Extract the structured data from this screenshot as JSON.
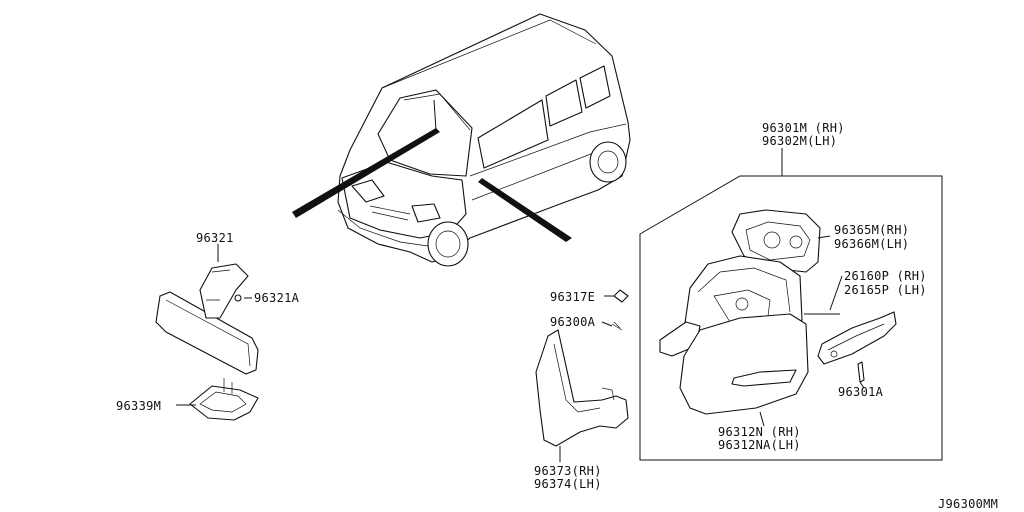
{
  "diagram_id": "J96300MM",
  "callouts": {
    "mirror_assembly": [
      "96301M (RH)",
      "96302M(LH)"
    ],
    "mirror_glass": [
      "96365M(RH)",
      "96366M(LH)"
    ],
    "side_turn_lamp": [
      "26160P (RH)",
      "26165P (LH)"
    ],
    "screw_lamp": "96301A",
    "mirror_cover": [
      "96312N  (RH)",
      "96312NA(LH)"
    ],
    "clip": "96317E",
    "screw": "96300A",
    "corner_finisher": [
      "96373(RH)",
      "96374(LH)"
    ],
    "inside_mirror": "96321",
    "inside_mirror_screw": "96321A",
    "mirror_base": "96339M"
  }
}
